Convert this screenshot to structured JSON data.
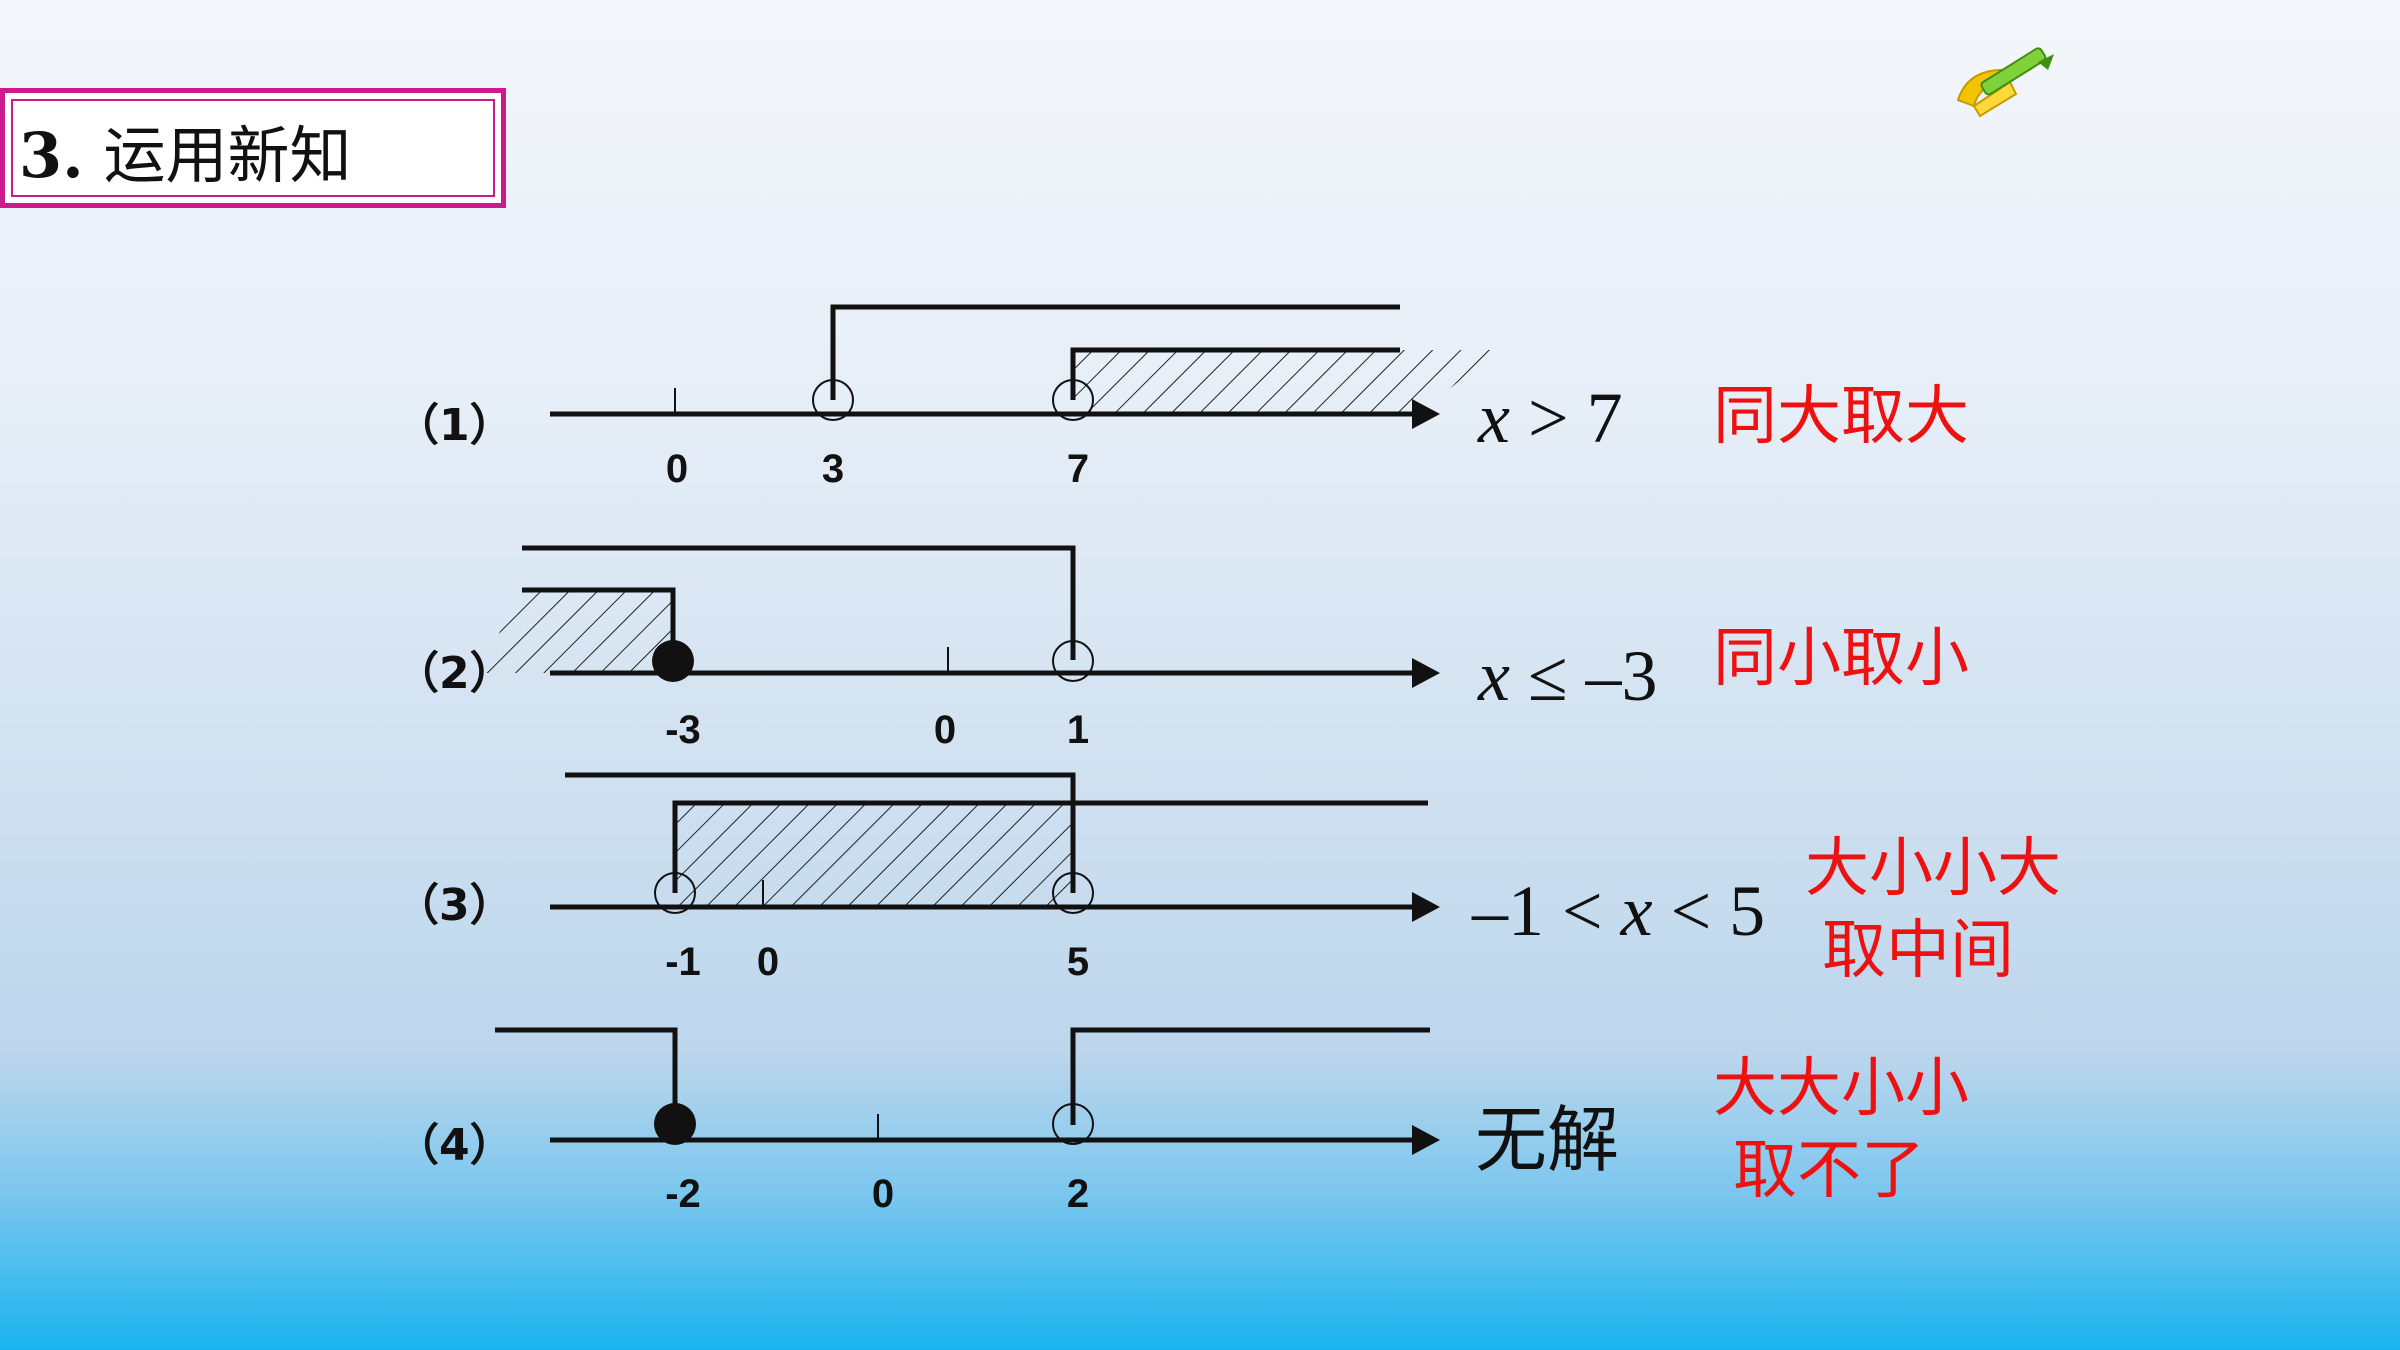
{
  "title": {
    "number": "3.",
    "text": "运用新知"
  },
  "icon": "pencil-protractor-icon",
  "colors": {
    "rule_text": "#ee1111",
    "title_border": "#cc1a8c",
    "line": "#111111"
  },
  "rows": [
    {
      "label": "（1）",
      "ticks": [
        "0",
        "3",
        "7"
      ],
      "answer": {
        "var": "x",
        "rest": " > 7"
      },
      "rule_lines": [
        "同大取大"
      ]
    },
    {
      "label": "（2）",
      "ticks": [
        "-3",
        "0",
        "1"
      ],
      "answer": {
        "var": "x",
        "rest": " ≤ –3"
      },
      "rule_lines": [
        "同小取小"
      ]
    },
    {
      "label": "（3）",
      "ticks": [
        "-1",
        "0",
        "5"
      ],
      "answer": {
        "pre": "–1 < ",
        "var": "x",
        "rest": " < 5"
      },
      "rule_lines": [
        "大小小大",
        "取中间"
      ]
    },
    {
      "label": "（4）",
      "ticks": [
        "-2",
        "0",
        "2"
      ],
      "answer": {
        "text": "无解"
      },
      "rule_lines": [
        "大大小小",
        "取不了"
      ]
    }
  ]
}
